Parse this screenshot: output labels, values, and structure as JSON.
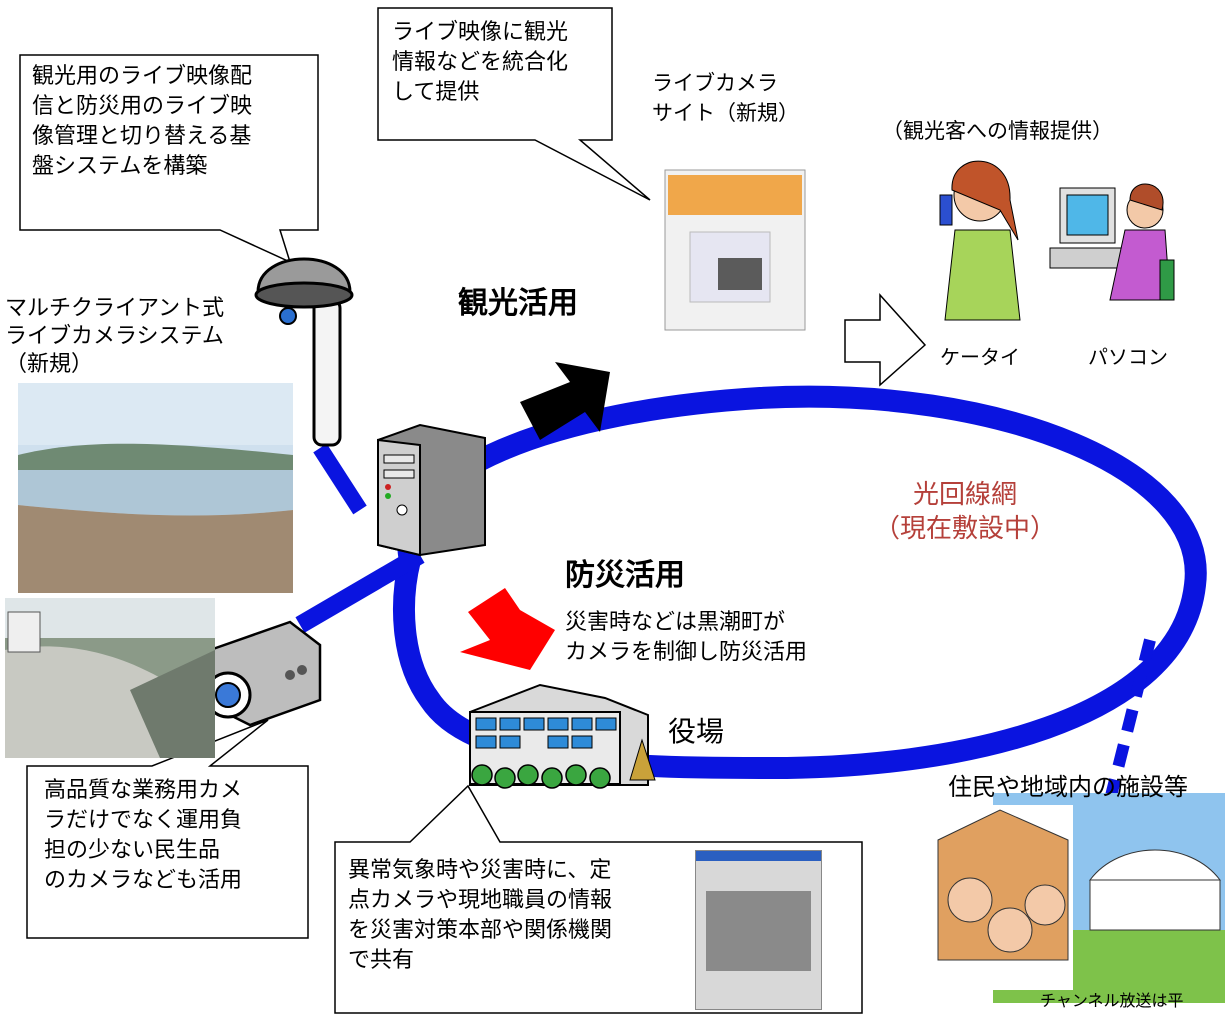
{
  "callouts": {
    "platform": [
      "観光用のライブ映像配",
      "信と防災用のライブ映",
      "像管理と切り替える基",
      "盤システムを構築"
    ],
    "integration": [
      "ライブ映像に観光",
      "情報などを統合化",
      "して提供"
    ],
    "camera_quality": [
      "高品質な業務用カメ",
      "ラだけでなく運用負",
      "担の少ない民生品",
      "のカメラなども活用"
    ],
    "sharing": [
      "異常気象時や災害時に、定",
      "点カメラや現地職員の情報",
      "を災害対策本部や関係機関",
      "で共有"
    ]
  },
  "labels": {
    "live_site": [
      "ライブカメラ",
      "サイト（新規）"
    ],
    "tourist_info": "（観光客への情報提供）",
    "multi_client": [
      "マルチクライアント式",
      "ライブカメラシステム",
      "（新規）"
    ],
    "tourism_use": "観光活用",
    "disaster_use": "防災活用",
    "disaster_note": [
      "災害時などは黒潮町が",
      "カメラを制御し防災活用"
    ],
    "town_hall": "役場",
    "fiber_network": [
      "光回線網",
      "（現在敷設中）"
    ],
    "mobile": "ケータイ",
    "pc": "パソコン",
    "residents": "住民や地域内の施設等",
    "channel": "チャンネル放送は平"
  },
  "colors": {
    "ring": "#0a14e0",
    "network_text": "#b5403a",
    "disaster_arrow": "#ff0000",
    "tourism_arrow": "#000000"
  }
}
